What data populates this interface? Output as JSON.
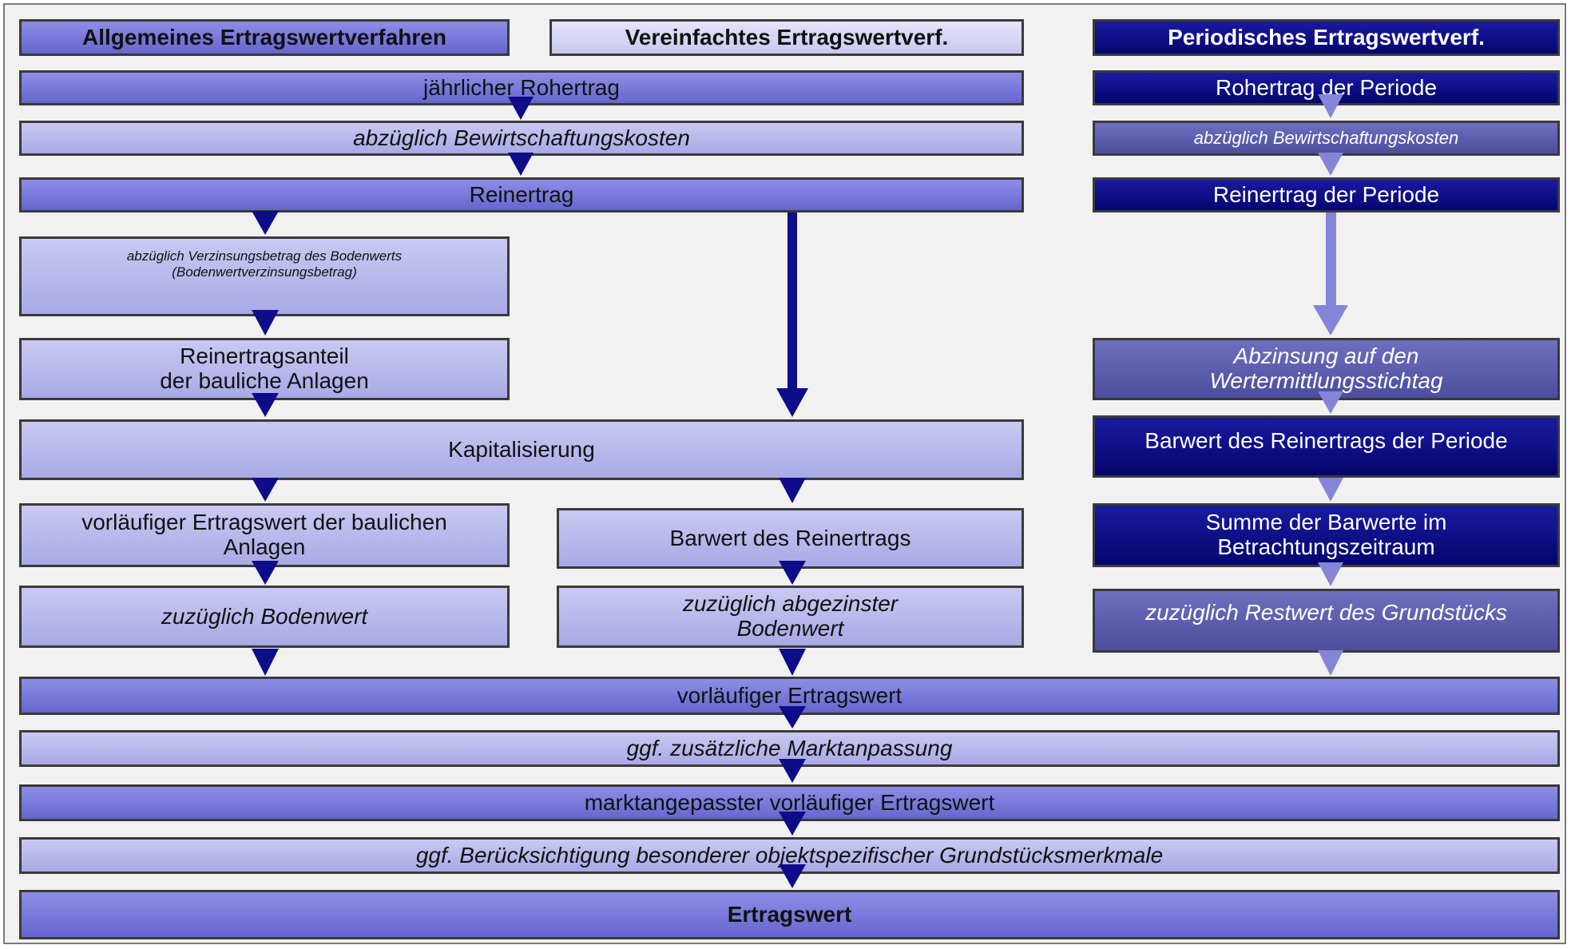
{
  "columns": {
    "general": {
      "header": "Allgemeines Ertragswertverfahren",
      "land_interest": "abzüglich Verzinsungsbetrag des Bodenwerts\n(Bodenwertverzinsungsbetrag)",
      "building_share": "Reinertragsanteil\nder bauliche Anlagen",
      "prelim_building_value": "vorläufiger Ertragswert der baulichen\nAnlagen",
      "plus_land_value": "zuzüglich Bodenwert"
    },
    "simplified": {
      "header": "Vereinfachtes Ertragswertverf.",
      "present_value": "Barwert des Reinertrags",
      "plus_discounted_land": "zuzüglich abgezinster\nBodenwert"
    },
    "periodic": {
      "header": "Periodisches Ertragswertverf.",
      "gross_period": "Rohertrag der Periode",
      "costs": "abzüglich Bewirtschaftungskosten",
      "net_period": "Reinertrag der Periode",
      "discounting": "Abzinsung auf den\nWertermittlungsstichtag",
      "pv_period": "Barwert des Reinertrags der Periode",
      "sum_pv": "Summe der Barwerte im\nBetrachtungszeitraum",
      "plus_residual": "zuzüglich Restwert des Grundstücks"
    }
  },
  "shared": {
    "gross_annual": "jährlicher Rohertrag",
    "costs": "abzüglich Bewirtschaftungskosten",
    "net_income": "Reinertrag",
    "capitalization": "Kapitalisierung"
  },
  "bottom": {
    "prelim_value": "vorläufiger Ertragswert",
    "market_adjust": "ggf. zusätzliche Marktanpassung",
    "market_adjusted_value": "marktangepasster vorläufiger Ertragswert",
    "special_features": "ggf. Berücksichtigung besonderer objektspezifischer Grundstücksmerkmale",
    "final_value": "Ertragswert"
  },
  "colors": {
    "medium": "#7b7bdc",
    "light": "#b8b8ec",
    "pale": "#d8d8f6",
    "navy": "#0a0a85",
    "slate": "#5c5cab",
    "arrow_dark": "#0d0d8a",
    "arrow_light": "#8585d8"
  }
}
